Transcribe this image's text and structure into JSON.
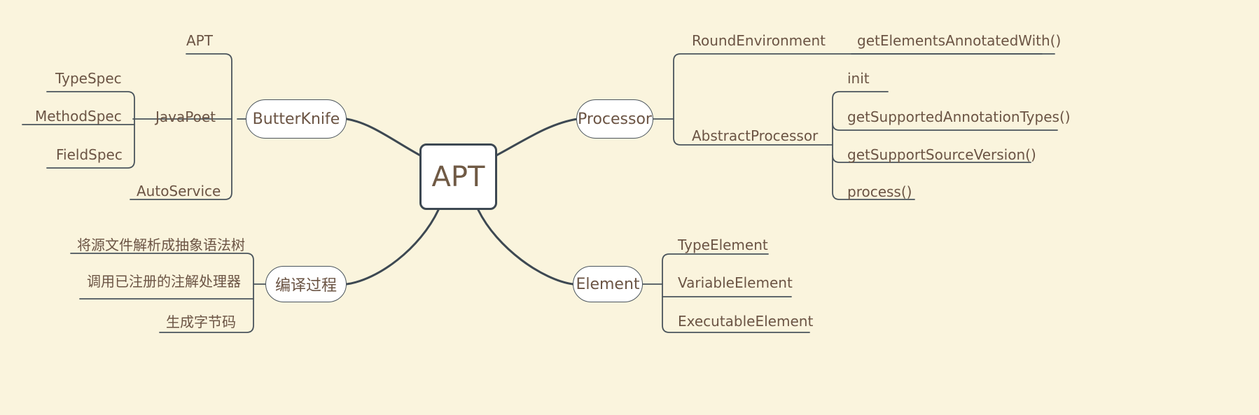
{
  "diagram": {
    "type": "mindmap",
    "title": "APT",
    "background_color": "#faf4dd",
    "node_fill": "#ffffff",
    "node_border_color": "#3d4852",
    "branch_border_color": "#4a545c",
    "text_color": "#6b5444",
    "connector_color": "#4a545c"
  },
  "root": {
    "label": "APT"
  },
  "branches": [
    {
      "id": "butterknife",
      "label": "ButterKnife",
      "children": [
        {
          "id": "apt-child",
          "label": "APT",
          "children": []
        },
        {
          "id": "javapoet",
          "label": "JavaPoet",
          "children": [
            {
              "id": "typespec",
              "label": "TypeSpec"
            },
            {
              "id": "methodspec",
              "label": "MethodSpec"
            },
            {
              "id": "fieldspec",
              "label": "FieldSpec"
            }
          ]
        },
        {
          "id": "autoservice",
          "label": "AutoService",
          "children": []
        }
      ]
    },
    {
      "id": "processor",
      "label": "Processor",
      "children": [
        {
          "id": "roundenvironment",
          "label": "RoundEnvironment",
          "children": [
            {
              "id": "getelementsannotatedwith",
              "label": "getElementsAnnotatedWith()"
            }
          ]
        },
        {
          "id": "abstractprocessor",
          "label": "AbstractProcessor",
          "children": [
            {
              "id": "init",
              "label": "init"
            },
            {
              "id": "getsupportedannotationtypes",
              "label": "getSupportedAnnotationTypes()"
            },
            {
              "id": "getsupportsourceversion",
              "label": "getSupportSourceVersion()"
            },
            {
              "id": "process",
              "label": "process()"
            }
          ]
        }
      ]
    },
    {
      "id": "compile-process",
      "label": "编译过程",
      "children": [
        {
          "id": "parse-ast",
          "label": "将源文件解析成抽象语法树"
        },
        {
          "id": "invoke-processors",
          "label": "调用已注册的注解处理器"
        },
        {
          "id": "generate-bytecode",
          "label": "生成字节码"
        }
      ]
    },
    {
      "id": "element",
      "label": "Element",
      "children": [
        {
          "id": "typeelement",
          "label": "TypeElement"
        },
        {
          "id": "variableelement",
          "label": "VariableElement"
        },
        {
          "id": "executableelement",
          "label": "ExecutableElement"
        }
      ]
    }
  ]
}
